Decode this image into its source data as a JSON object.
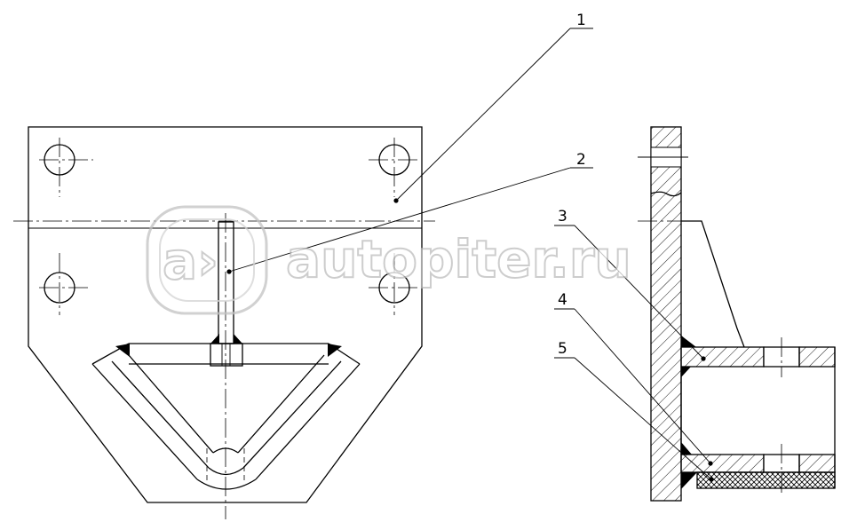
{
  "drawing": {
    "callouts": [
      {
        "id": "1",
        "label": "1"
      },
      {
        "id": "2",
        "label": "2"
      },
      {
        "id": "3",
        "label": "3"
      },
      {
        "id": "4",
        "label": "4"
      },
      {
        "id": "5",
        "label": "5"
      }
    ],
    "watermark": {
      "text": "autopiter.ru",
      "logo_glyph": "a›"
    }
  }
}
